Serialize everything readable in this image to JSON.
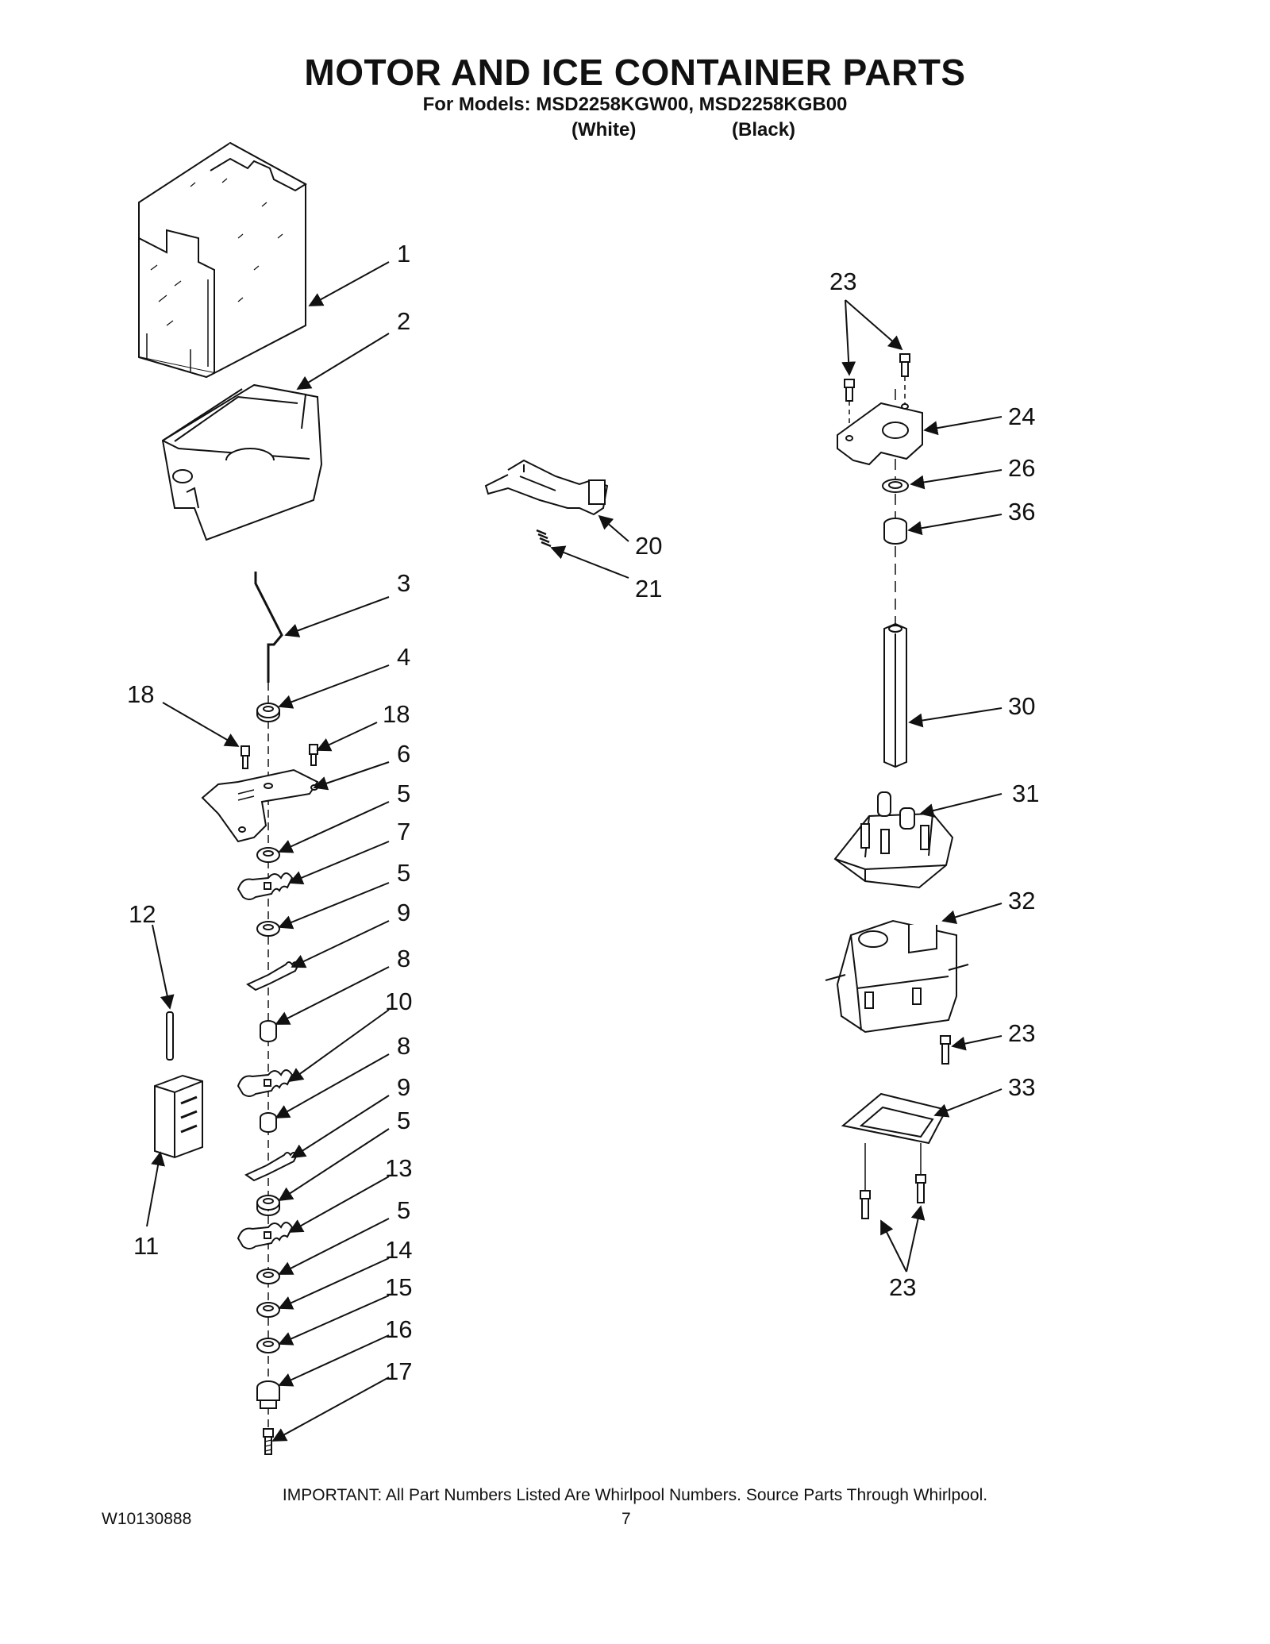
{
  "title": "MOTOR AND ICE CONTAINER PARTS",
  "models_line": "For Models: MSD2258KGW00, MSD2258KGB00",
  "variants": [
    "(White)",
    "(Black)"
  ],
  "callouts": {
    "c1": "1",
    "c2": "2",
    "c3": "3",
    "c4": "4",
    "c18a": "18",
    "c18b": "18",
    "c6": "6",
    "c5a": "5",
    "c7": "7",
    "c5b": "5",
    "c9a": "9",
    "c8a": "8",
    "c10": "10",
    "c8b": "8",
    "c9b": "9",
    "c5c": "5",
    "c13": "13",
    "c5d": "5",
    "c14": "14",
    "c15": "15",
    "c16": "16",
    "c17": "17",
    "c12": "12",
    "c11": "11",
    "c20": "20",
    "c21": "21",
    "c23a": "23",
    "c24": "24",
    "c26": "26",
    "c36": "36",
    "c30": "30",
    "c31": "31",
    "c32": "32",
    "c23b": "23",
    "c33": "33",
    "c23c": "23"
  },
  "footer": {
    "important_note": "IMPORTANT: All Part Numbers Listed Are Whirlpool Numbers. Source Parts Through Whirlpool.",
    "doc_number": "W10130888",
    "page_number": "7"
  }
}
